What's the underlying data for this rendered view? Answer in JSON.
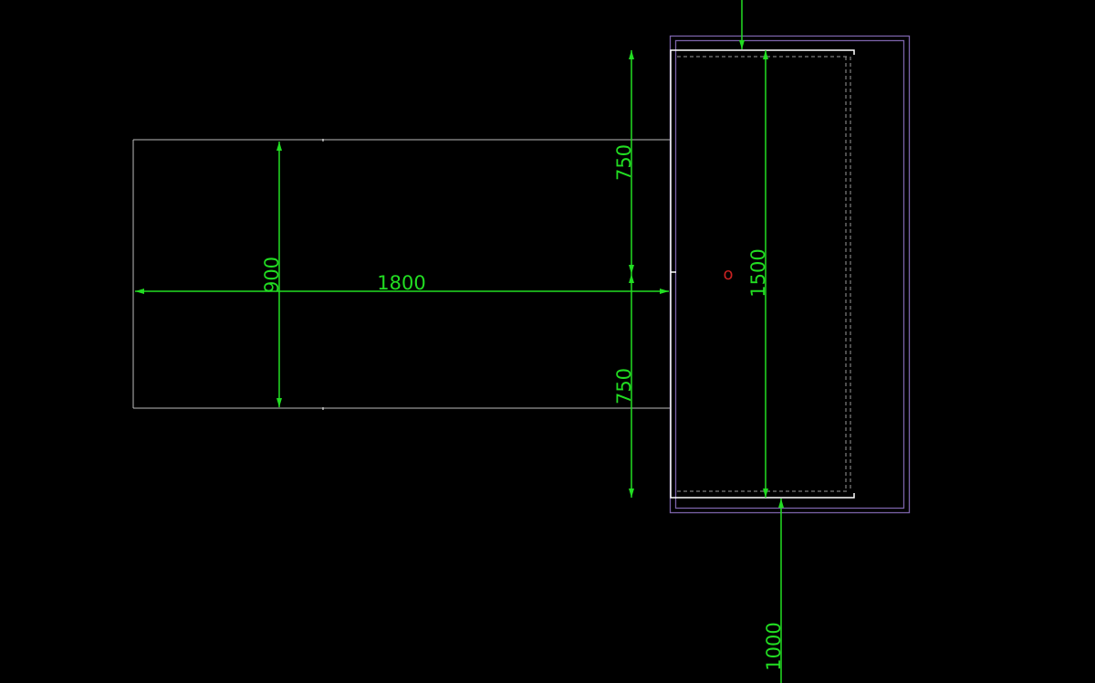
{
  "colors": {
    "background": "#000000",
    "dimension": "#22dd22",
    "outline_gray": "#bdbdbd",
    "outline_white": "#ffffff",
    "outline_purple": "#7a62a8",
    "dashed_gray": "#9a9a9a",
    "marker_red": "#cc2222"
  },
  "dimensions": {
    "table_width": "900",
    "table_length": "1800",
    "upper_half": "750",
    "lower_half": "750",
    "bed_length": "1500",
    "clearance": "1000"
  },
  "marker": {
    "symbol": "o"
  }
}
